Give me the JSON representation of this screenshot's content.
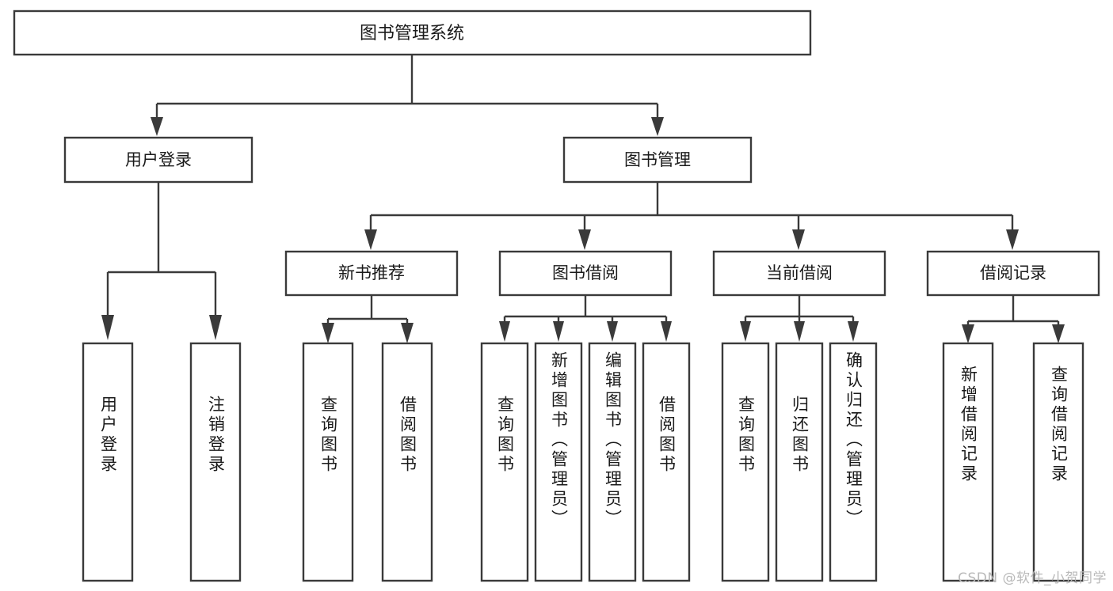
{
  "diagram": {
    "title": "图书管理系统",
    "watermark": "CSDN @软件_小贺同学",
    "colors": {
      "stroke": "#3a3a3a",
      "box_fill": "#ffffff",
      "text": "#1a1a1a",
      "background": "#ffffff",
      "watermark": "#b9b9b9"
    },
    "root": {
      "label": "图书管理系统"
    },
    "level2": [
      {
        "label": "用户登录"
      },
      {
        "label": "图书管理"
      }
    ],
    "level3": [
      {
        "label": "新书推荐"
      },
      {
        "label": "图书借阅"
      },
      {
        "label": "当前借阅"
      },
      {
        "label": "借阅记录"
      }
    ],
    "leaves": {
      "user_login": [
        {
          "label": "用户登录"
        },
        {
          "label": "注销登录"
        }
      ],
      "new_book_rec": [
        {
          "label": "查询图书"
        },
        {
          "label": "借阅图书"
        }
      ],
      "book_borrow": [
        {
          "label": "查询图书"
        },
        {
          "label": "新增图书（管理员）"
        },
        {
          "label": "编辑图书（管理员）"
        },
        {
          "label": "借阅图书"
        }
      ],
      "current_borrow": [
        {
          "label": "查询图书"
        },
        {
          "label": "归还图书"
        },
        {
          "label": "确认归还（管理员）"
        }
      ],
      "borrow_record": [
        {
          "label": "新增借阅记录"
        },
        {
          "label": "查询借阅记录"
        }
      ]
    }
  }
}
